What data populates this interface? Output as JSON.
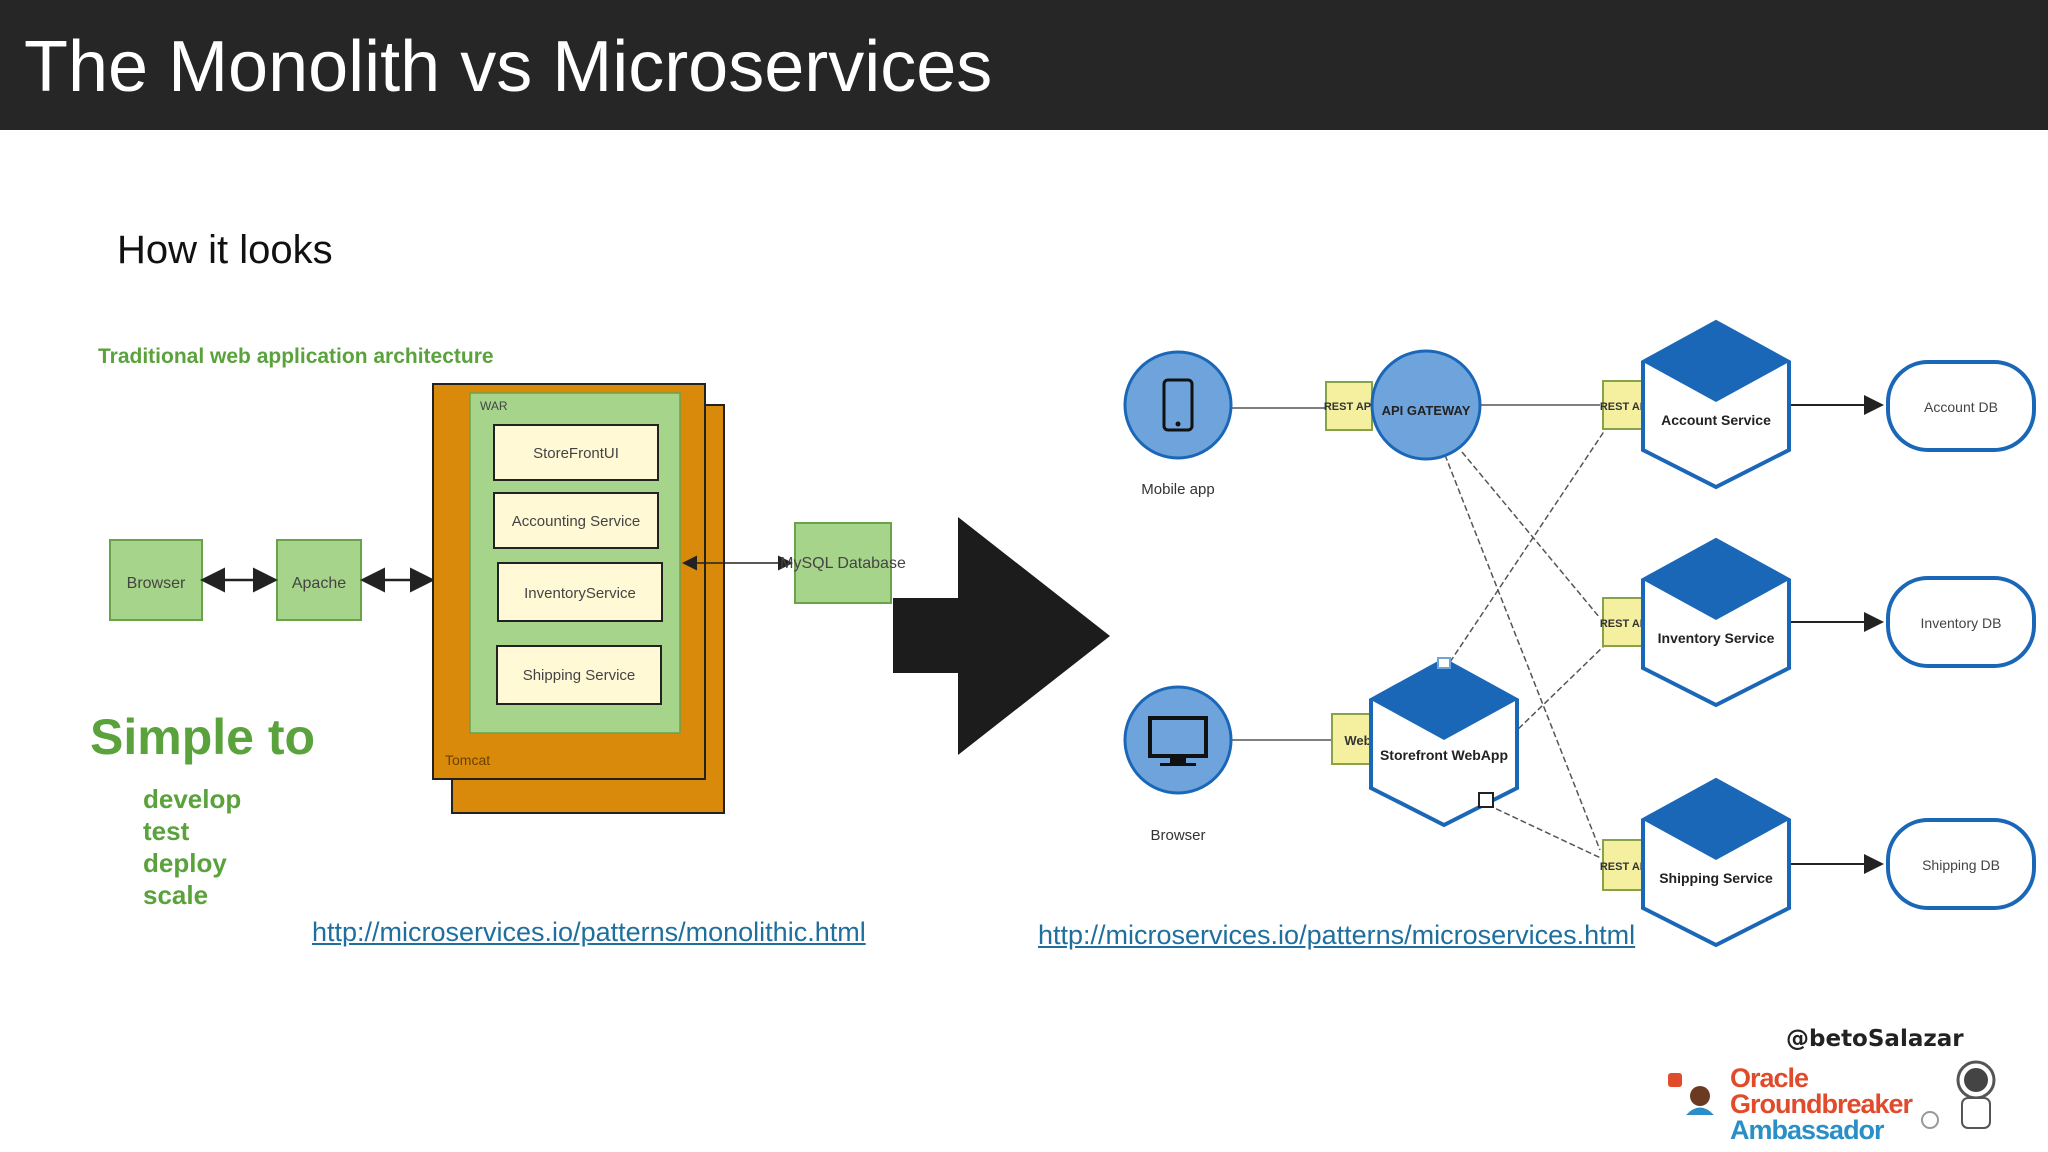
{
  "slide": {
    "title": "The Monolith vs Microservices",
    "subtitle": "How it looks"
  },
  "monolith": {
    "heading": "Traditional web application architecture",
    "browser": "Browser",
    "apache": "Apache",
    "war_label": "WAR",
    "tomcat_label": "Tomcat",
    "components": [
      "StoreFrontUI",
      "Accounting Service",
      "InventoryService",
      "Shipping Service"
    ],
    "database": "MySQL Database",
    "simple_title": "Simple to",
    "simple_items": [
      "develop",
      "test",
      "deploy",
      "scale"
    ],
    "link": "http://microservices.io/patterns/monolithic.html"
  },
  "microservices": {
    "mobile_app": "Mobile app",
    "browser": "Browser",
    "rest_api": "REST API",
    "api_gateway": "API GATEWAY",
    "web": "Web",
    "storefront": "Storefront WebApp",
    "services": [
      "Account Service",
      "Inventory Service",
      "Shipping Service"
    ],
    "databases": [
      "Account DB",
      "Inventory DB",
      "Shipping DB"
    ],
    "link": "http://microservices.io/patterns/microservices.html"
  },
  "footer": {
    "handle": "@betoSalazar",
    "logo_lines": [
      "Oracle",
      "Groundbreaker",
      "Ambassador"
    ]
  },
  "colors": {
    "header_bg": "#262626",
    "green_box": "#a6d48a",
    "orange": "#d98a0a",
    "hex_blue": "#1a67b8",
    "circle_blue": "#6ea4db",
    "logo_red": "#e04b2c",
    "logo_blue": "#2a8fc7"
  }
}
